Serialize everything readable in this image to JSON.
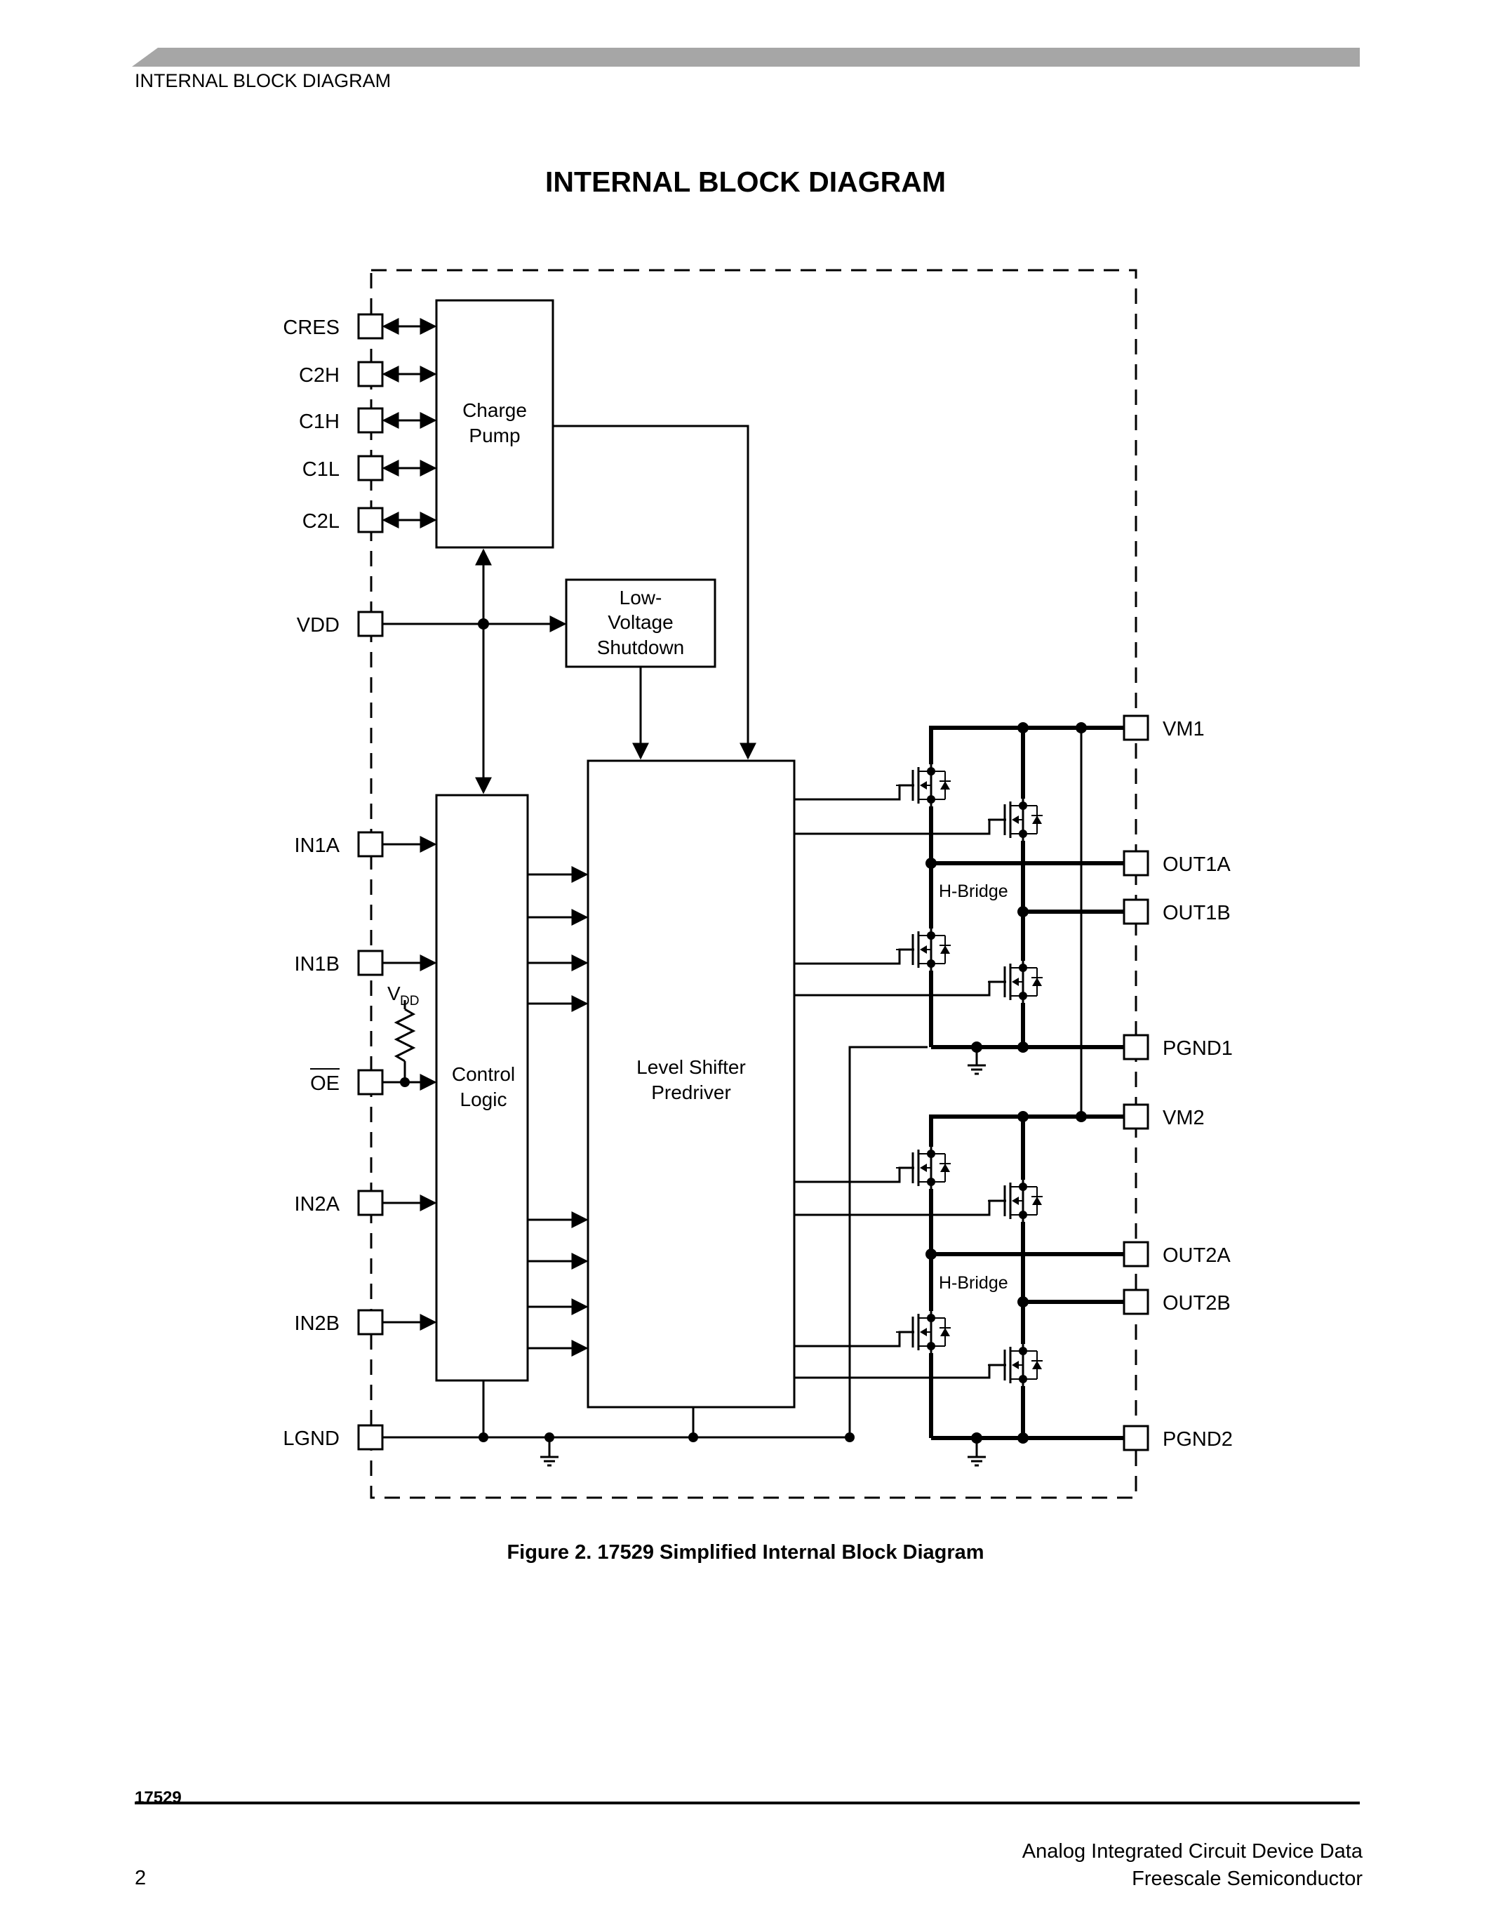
{
  "header": {
    "section_label": "INTERNAL BLOCK DIAGRAM"
  },
  "page_title": "INTERNAL BLOCK DIAGRAM",
  "diagram": {
    "blocks": {
      "charge_pump": [
        "Charge",
        "Pump"
      ],
      "low_voltage_shutdown": [
        "Low-",
        "Voltage",
        "Shutdown"
      ],
      "control_logic": [
        "Control",
        "Logic"
      ],
      "level_shifter": [
        "Level Shifter",
        "Predriver"
      ]
    },
    "hbridge_label_1": "H-Bridge",
    "hbridge_label_2": "H-Bridge",
    "left_pins": [
      "CRES",
      "C2H",
      "C1H",
      "C1L",
      "C2L",
      "VDD",
      "IN1A",
      "IN1B",
      "OE",
      "IN2A",
      "IN2B",
      "LGND"
    ],
    "right_pins": [
      "VM1",
      "OUT1A",
      "OUT1B",
      "PGND1",
      "VM2",
      "OUT2A",
      "OUT2B",
      "PGND2"
    ],
    "vdd_label": "V",
    "vdd_subscript": "DD"
  },
  "figure_caption": "Figure 2. 17529 Simplified Internal Block Diagram",
  "footer": {
    "doc_number": "17529",
    "page_number": "2",
    "line1": "Analog Integrated Circuit Device Data",
    "line2": "Freescale Semiconductor"
  }
}
